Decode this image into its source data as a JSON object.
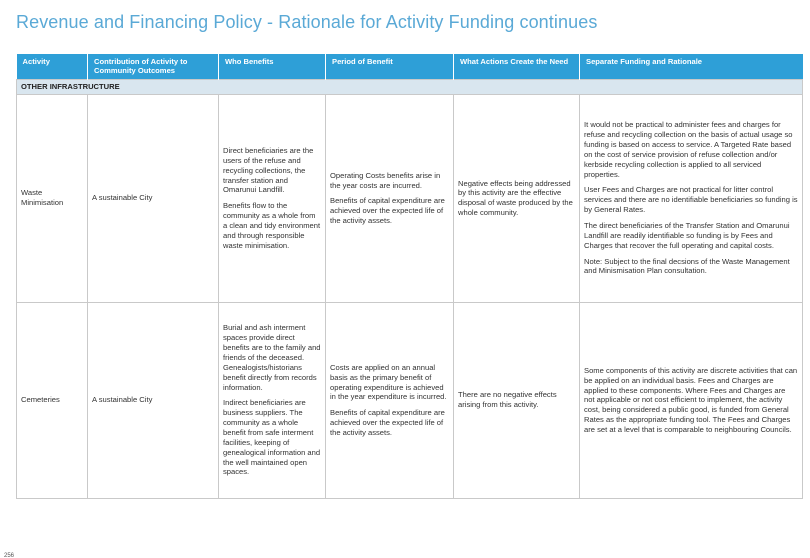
{
  "title": "Revenue and Financing Policy - Rationale for Activity Funding continues",
  "headers": {
    "activity": "Activity",
    "contribution": "Contribution of Activity to Community Outcomes",
    "who_benefits": "Who Benefits",
    "period": "Period of Benefit",
    "actions": "What Actions Create the Need",
    "funding": "Separate Funding and Rationale"
  },
  "section": "OTHER INFRASTRUCTURE",
  "rows": [
    {
      "activity": "Waste Minimisation",
      "contribution": "A sustainable City",
      "who_benefits": [
        "Direct beneficiaries are the users of the refuse and recycling collections, the transfer station and Omarunui Landfill.",
        "Benefits flow to the community as a whole from a clean and tidy environment and through responsible waste minimisation."
      ],
      "period": [
        "Operating Costs benefits arise in the year costs are incurred.",
        "Benefits of capital expenditure are achieved over the expected life of the activity assets."
      ],
      "actions": "Negative effects being addressed by this activity are the effective disposal of waste produced by the whole community.",
      "funding": [
        "It would not be practical to administer fees and charges for refuse and recycling collection on the basis of actual usage so funding is based on access to service. A Targeted Rate based on the cost of service provision of refuse collection and/or kerbside recycling collection is applied to all serviced properties.",
        "User Fees and Charges are not practical for litter control services and there are no identifiable beneficiaries so funding is by General Rates.",
        "The direct beneficiaries of the Transfer Station and Omarunui Landfill are readily identifiable so funding is by Fees and Charges that recover the full operating and capital costs.",
        "Note: Subject to the final decsions of the Waste Management and Minismisation Plan consultation."
      ]
    },
    {
      "activity": "Cemeteries",
      "contribution": "A sustainable City",
      "who_benefits": [
        "Burial and ash interment spaces provide direct benefits are to the family and friends of the deceased. Genealogists/historians benefit directly from records information.",
        "Indirect beneficiaries are business suppliers. The community as a whole benefit from safe interment facilities, keeping of genealogical information and the well maintained open spaces."
      ],
      "period": [
        "Costs are applied on an annual basis as the primary benefit of operating expenditure is achieved in the year expenditure is incurred.",
        "Benefits of capital expenditure are achieved over the expected life of the activity assets."
      ],
      "actions": "There are no negative effects arising from this activity.",
      "funding": [
        "Some components of this activity are discrete activities that can be applied on an individual basis. Fees and Charges are applied to these components. Where Fees and Charges are not applicable or not cost efficient to implement, the activity cost, being considered a public good, is funded from General Rates as the appropriate funding tool. The Fees and Charges are set at a level that is comparable to neighbouring Councils."
      ]
    }
  ],
  "page_number": "256"
}
